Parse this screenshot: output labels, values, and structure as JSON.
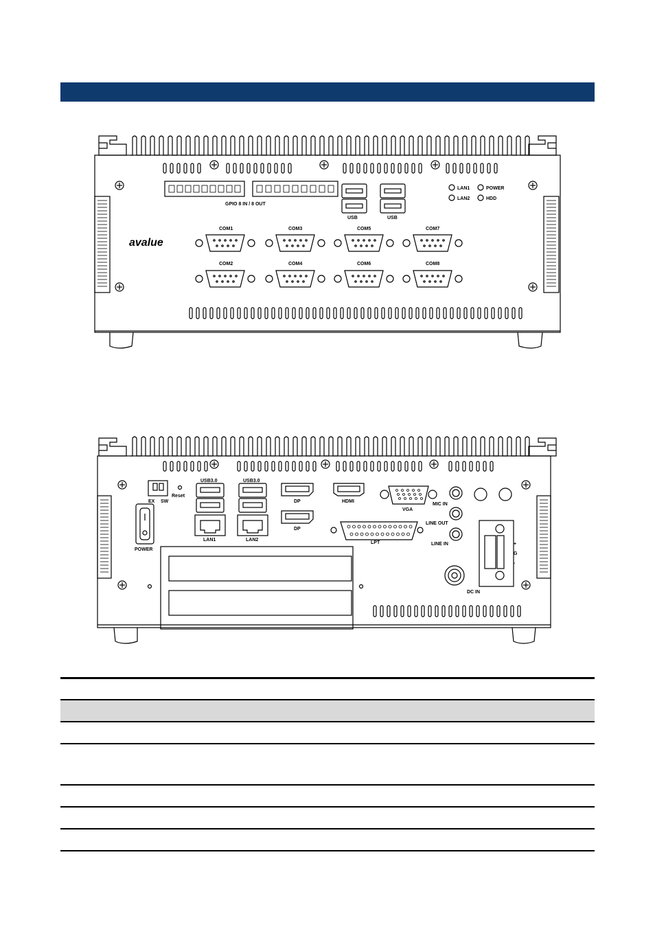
{
  "front": {
    "labels": {
      "gpio": "GPIO  8 IN / 8 OUT",
      "usb_a": "USB",
      "usb_b": "USB",
      "lan1": "LAN1",
      "lan2": "LAN2",
      "power": "POWER",
      "hdd": "HDD",
      "logo": "avalue",
      "com1": "COM1",
      "com2": "COM2",
      "com3": "COM3",
      "com4": "COM4",
      "com5": "COM5",
      "com6": "COM6",
      "com7": "COM7",
      "com8": "COM8"
    }
  },
  "rear": {
    "labels": {
      "ex": "EX",
      "sw": "SW",
      "reset": "Reset",
      "usb30_a": "USB3.0",
      "usb30_b": "USB3.0",
      "dp1": "DP",
      "dp2": "DP",
      "hdmi": "HDMI",
      "vga": "VGA",
      "mic_in": "MIC IN",
      "line_out": "LINE OUT",
      "line_in": "LINE IN",
      "power": "POWER",
      "lan1": "LAN1",
      "lan2": "LAN2",
      "lpt": "LPT",
      "dc_in": "DC IN",
      "plus": "+",
      "g": "G",
      "minus": "-"
    }
  }
}
